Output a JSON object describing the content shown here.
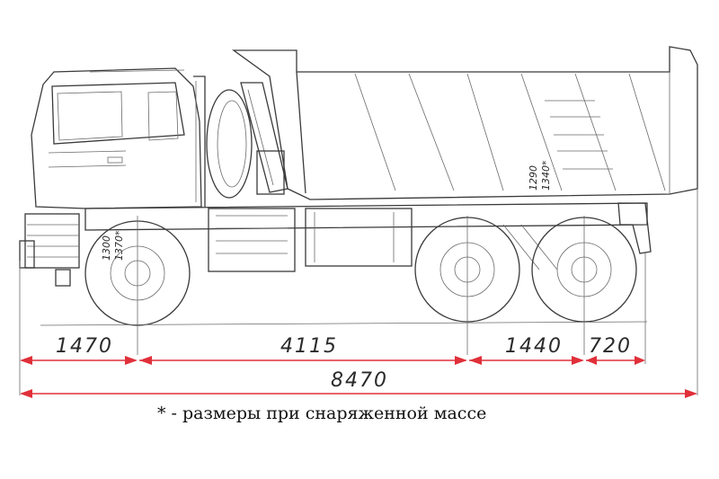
{
  "dimensions": {
    "front_overhang": "1470",
    "wheelbase_front": "4115",
    "rear_axle_spacing": "1440",
    "rear_overhang": "720",
    "overall_length": "8470"
  },
  "vertical_labels": {
    "body_height_a": "1290",
    "body_height_b": "1340*",
    "axle_height_a": "1300",
    "axle_height_b": "1370*"
  },
  "caption": "* - размеры при снаряженной массе",
  "colors": {
    "dimension": "#e0303a",
    "outline": "#3a3a3a"
  }
}
